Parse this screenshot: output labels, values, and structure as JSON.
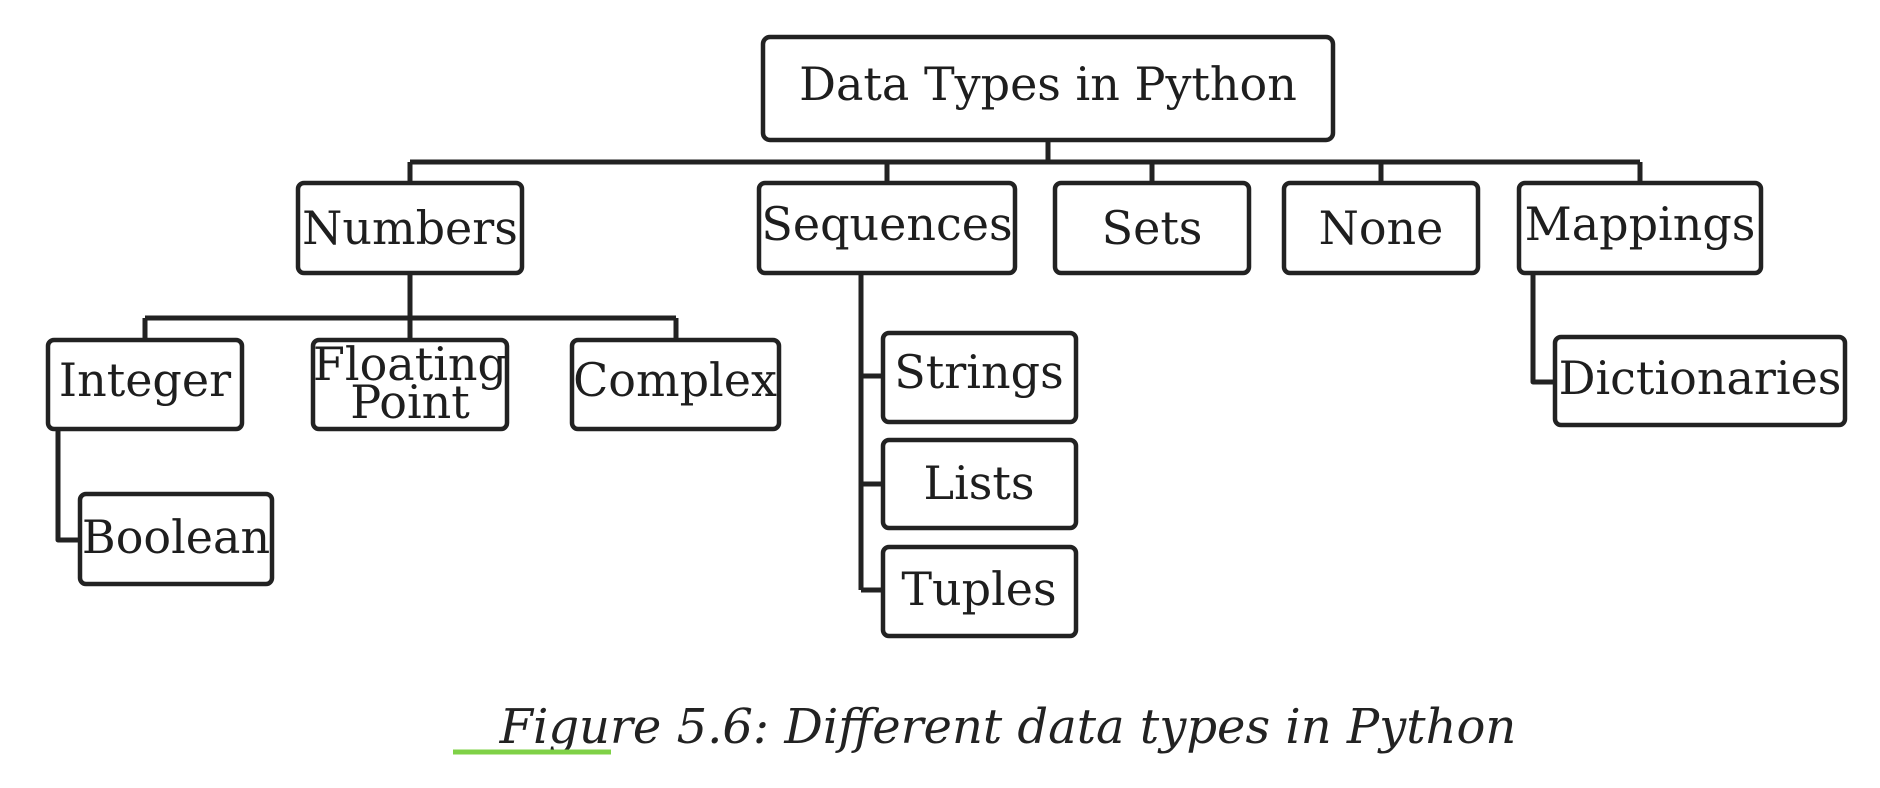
{
  "diagram": {
    "root": {
      "label": "Data Types in Python"
    },
    "categories": {
      "numbers": "Numbers",
      "sequences": "Sequences",
      "sets": "Sets",
      "none": "None",
      "mappings": "Mappings"
    },
    "number_types": {
      "integer": "Integer",
      "floating_line1": "Floating",
      "floating_line2": "Point",
      "complex": "Complex",
      "boolean": "Boolean"
    },
    "sequence_types": {
      "strings": "Strings",
      "lists": "Lists",
      "tuples": "Tuples"
    },
    "mapping_types": {
      "dictionaries": "Dictionaries"
    }
  },
  "caption": {
    "prefix": "Figure",
    "rest": " 5.6:  Different data types in Python"
  }
}
